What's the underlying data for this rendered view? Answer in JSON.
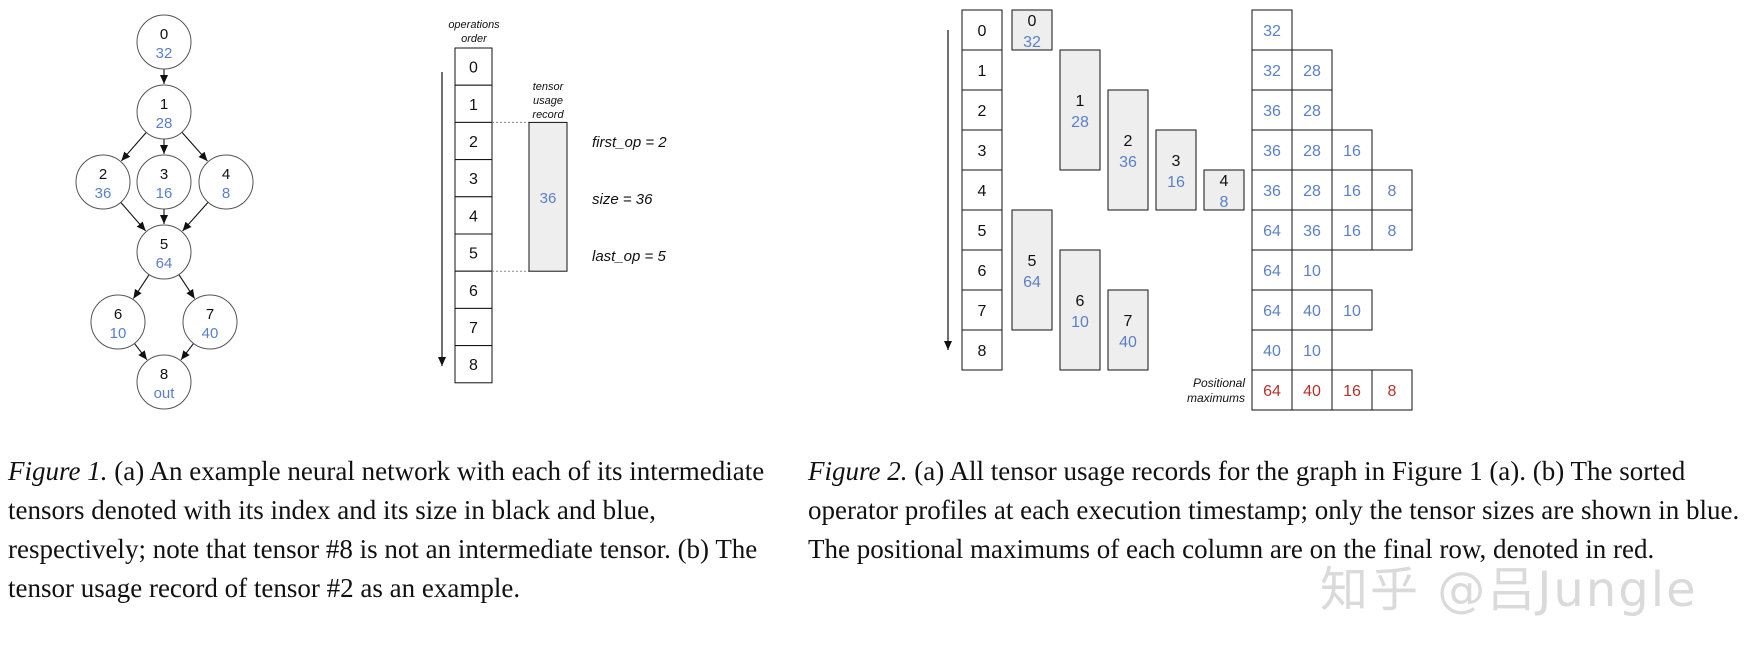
{
  "colors": {
    "blue": "#5b7fc7",
    "red": "#b3322b",
    "black": "#111111",
    "record_fill": "#eeeeee"
  },
  "figure1": {
    "nodes": [
      {
        "id": "0",
        "value": "32"
      },
      {
        "id": "1",
        "value": "28"
      },
      {
        "id": "2",
        "value": "36"
      },
      {
        "id": "3",
        "value": "16"
      },
      {
        "id": "4",
        "value": "8"
      },
      {
        "id": "5",
        "value": "64"
      },
      {
        "id": "6",
        "value": "10"
      },
      {
        "id": "7",
        "value": "40"
      },
      {
        "id": "8",
        "value": "out"
      }
    ],
    "ops_header_line1": "operations",
    "ops_header_line2": "order",
    "ops": [
      "0",
      "1",
      "2",
      "3",
      "4",
      "5",
      "6",
      "7",
      "8"
    ],
    "record_header_line1": "tensor",
    "record_header_line2": "usage",
    "record_header_line3": "record",
    "record_value": "36",
    "first_op": "first_op = 2",
    "size": "size = 36",
    "last_op": "last_op = 5"
  },
  "figure2": {
    "ops": [
      "0",
      "1",
      "2",
      "3",
      "4",
      "5",
      "6",
      "7",
      "8"
    ],
    "records": [
      {
        "id": "0",
        "size": "32"
      },
      {
        "id": "1",
        "size": "28"
      },
      {
        "id": "2",
        "size": "36"
      },
      {
        "id": "3",
        "size": "16"
      },
      {
        "id": "4",
        "size": "8"
      },
      {
        "id": "5",
        "size": "64"
      },
      {
        "id": "6",
        "size": "10"
      },
      {
        "id": "7",
        "size": "40"
      }
    ],
    "profiles": [
      [
        "32"
      ],
      [
        "32",
        "28"
      ],
      [
        "36",
        "28"
      ],
      [
        "36",
        "28",
        "16"
      ],
      [
        "36",
        "28",
        "16",
        "8"
      ],
      [
        "64",
        "36",
        "16",
        "8"
      ],
      [
        "64",
        "10"
      ],
      [
        "64",
        "40",
        "10"
      ],
      [
        "40",
        "10"
      ]
    ],
    "maximums_label_line1": "Positional",
    "maximums_label_line2": "maximums",
    "maximums": [
      "64",
      "40",
      "16",
      "8"
    ]
  },
  "captions": {
    "fig1_label": "Figure 1.",
    "fig1_text": "(a) An example neural network with each of its intermediate tensors denoted with its index and its size in black and blue, respectively; note that tensor #8 is not an intermediate tensor. (b) The tensor usage record of tensor #2 as an example.",
    "fig2_label": "Figure 2.",
    "fig2_text": "(a) All tensor usage records for the graph in Figure 1 (a). (b) The sorted operator profiles at each execution timestamp; only the tensor sizes are shown in blue. The positional maximums of each column are on the final row, denoted in red."
  },
  "watermark": "知乎 @吕Jungle"
}
